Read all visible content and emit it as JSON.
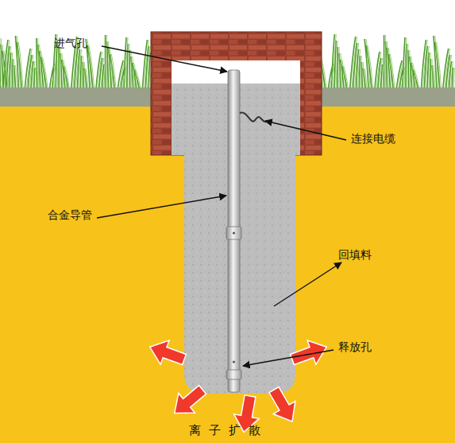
{
  "diagram": {
    "labels": [
      "进气孔",
      "连接电缆",
      "合金导管",
      "回填料",
      "释放孔",
      "离子扩散"
    ]
  }
}
